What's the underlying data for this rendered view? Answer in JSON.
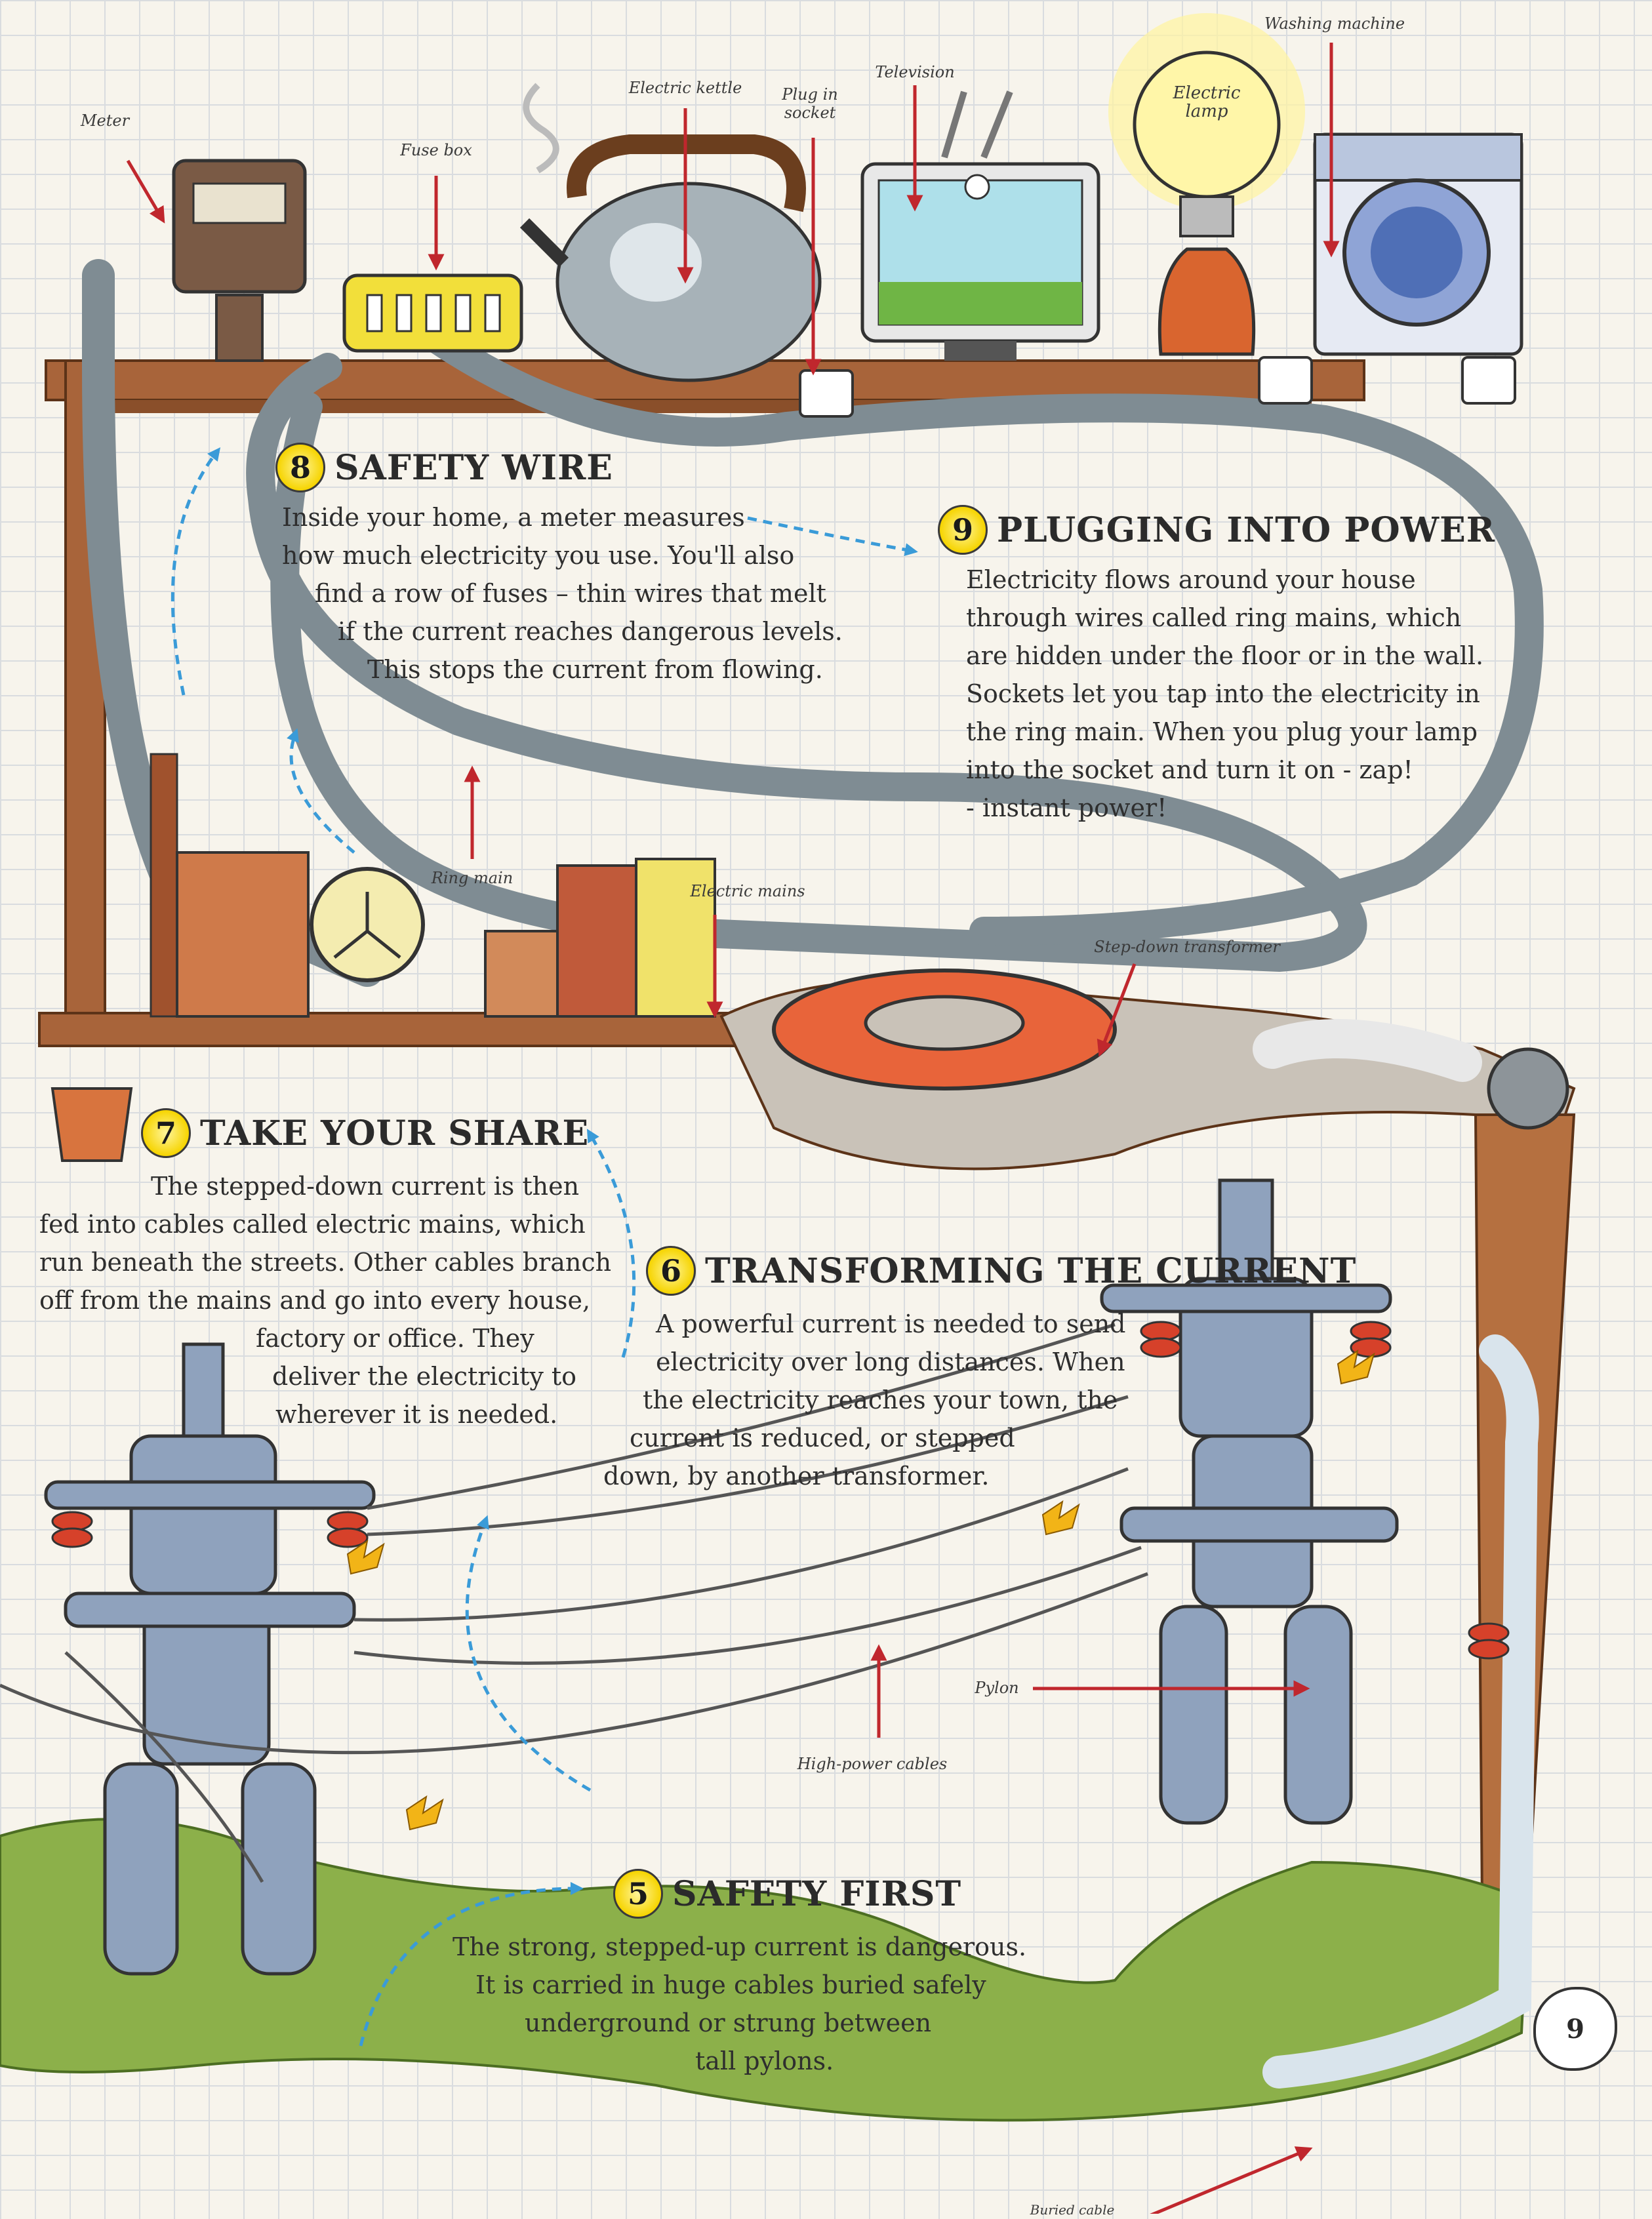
{
  "labels": {
    "meter": "Meter",
    "fuse_box": "Fuse box",
    "electric_kettle": "Electric kettle",
    "plug_in_socket_1": "Plug in",
    "plug_in_socket_2": "socket",
    "television": "Television",
    "washing_machine": "Washing machine",
    "electric_lamp_1": "Electric",
    "electric_lamp_2": "lamp",
    "ring_main": "Ring main",
    "electric_mains": "Electric mains",
    "step_down_transformer": "Step-down transformer",
    "pylon": "Pylon",
    "high_power_cables": "High-power cables",
    "buried_cable": "Buried cable"
  },
  "sections": {
    "s8": {
      "number": "8",
      "title": "SAFETY WIRE",
      "lines": [
        "Inside your home, a meter measures",
        "how much electricity you use. You'll also",
        "find a row of fuses – thin wires that melt",
        "if the current reaches dangerous levels.",
        "This stops the current from flowing."
      ]
    },
    "s9": {
      "number": "9",
      "title": "PLUGGING INTO POWER",
      "lines": [
        "Electricity flows around your house",
        "through wires called ring mains, which",
        "are hidden under the floor or in the wall.",
        "Sockets let you tap into the electricity in",
        "the ring main. When you plug your lamp",
        "into the socket and turn it on - zap!",
        "- instant power!"
      ]
    },
    "s7": {
      "number": "7",
      "title": "TAKE YOUR SHARE",
      "lines": [
        "The stepped-down current is then",
        "fed into cables called electric mains, which",
        "run beneath the streets. Other cables branch",
        "off from the mains and go into every house,",
        "factory or office. They",
        "deliver the electricity to",
        "wherever it is needed."
      ]
    },
    "s6": {
      "number": "6",
      "title": "TRANSFORMING THE CURRENT",
      "lines": [
        "A powerful current is needed to send",
        "electricity over long distances. When",
        "the electricity reaches your town, the",
        "current is reduced, or stepped",
        "down, by another transformer."
      ]
    },
    "s5": {
      "number": "5",
      "title": "SAFETY FIRST",
      "lines": [
        "The strong, stepped-up current is dangerous.",
        "It is carried in huge cables buried safely",
        "underground or strung between",
        "tall pylons."
      ]
    }
  },
  "page_number": "9",
  "colors": {
    "shelf": "#a8643a",
    "pipe": "#8a9aa3",
    "badge": "#f6d400",
    "pylon": "#8fa2bd",
    "grass": "#8cb04a",
    "pointer": "#c0272d",
    "flow_arrow": "#3a9bd8",
    "transformer": "#e8643a"
  }
}
